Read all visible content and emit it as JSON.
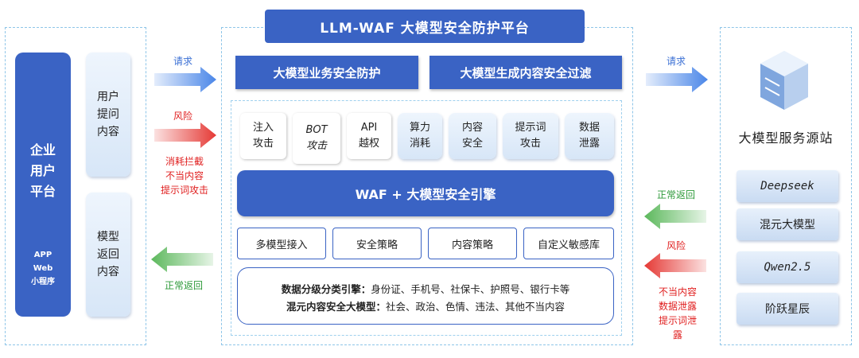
{
  "title": "LLM-WAF 大模型安全防护平台",
  "left": {
    "enterprise_title": "企业\n用户\n平台",
    "enterprise_sub": "APP\nWeb\n小程序",
    "user_question": "用户\n提问\n内容",
    "model_return": "模型\n返回\n内容"
  },
  "left_arrows": {
    "request": "请求",
    "risk": "风险",
    "risk_detail": "消耗拦截\n不当内容\n提示词攻击",
    "normal_return": "正常返回"
  },
  "center": {
    "business_protection": "大模型业务安全防护",
    "content_filter": "大模型生成内容安全过滤",
    "threats": [
      "注入\n攻击",
      "BOT\n攻击",
      "API\n越权",
      "算力\n消耗",
      "内容\n安全",
      "提示词\n攻击",
      "数据\n泄露"
    ],
    "engine": "WAF + 大模型安全引擎",
    "features": [
      "多模型接入",
      "安全策略",
      "内容策略",
      "自定义敏感库"
    ],
    "data_line1_title": "数据分级分类引擎：",
    "data_line1_text": "身份证、手机号、社保卡、护照号、银行卡等",
    "data_line2_title": "混元内容安全大模型：",
    "data_line2_text": "社会、政治、色情、违法、其他不当内容"
  },
  "right_arrows": {
    "request": "请求",
    "normal_return": "正常返回",
    "risk": "风险",
    "risk_detail": "不当内容\n数据泄露\n提示词泄\n露"
  },
  "right": {
    "server_title": "大模型服务源站",
    "models": [
      "Deepseek",
      "混元大模型",
      "Qwen2.5",
      "阶跃星辰"
    ]
  },
  "colors": {
    "primary": "#3a63c4",
    "request_arrow": "#4a86e8",
    "risk_arrow": "#e53935",
    "normal_arrow": "#5cb85c"
  }
}
